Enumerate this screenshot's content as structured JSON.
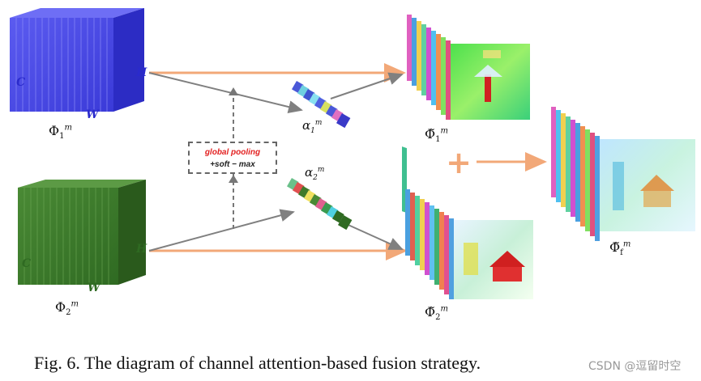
{
  "inputs": [
    {
      "dim_c": "C",
      "dim_w": "W",
      "dim_h": "H",
      "sym": "Φ",
      "sub": "1",
      "sup": "m",
      "color": "#4a4ae0"
    },
    {
      "dim_c": "C",
      "dim_w": "W",
      "dim_h": "H",
      "sym": "Φ",
      "sub": "2",
      "sup": "m",
      "color": "#3f7a2a"
    }
  ],
  "alphas": [
    {
      "sym": "α",
      "sub": "1",
      "sup": "m"
    },
    {
      "sym": "α",
      "sub": "2",
      "sup": "m"
    }
  ],
  "pooling": {
    "line1": "global pooling",
    "line2": "+soft − max"
  },
  "outputs": [
    {
      "sym": "Φ̃",
      "sub": "1",
      "sup": "m"
    },
    {
      "sym": "Φ̃",
      "sub": "2",
      "sup": "m"
    },
    {
      "sym": "Φ̃",
      "sub": "f",
      "sup": "m"
    }
  ],
  "plus_sign": "+",
  "caption": "Fig. 6.  The diagram of channel attention-based fusion strategy.",
  "watermark": "CSDN @逗留时空",
  "colors": {
    "arrow": "#f2a878",
    "gray_arrow": "#808080",
    "dashed": "#777777"
  }
}
